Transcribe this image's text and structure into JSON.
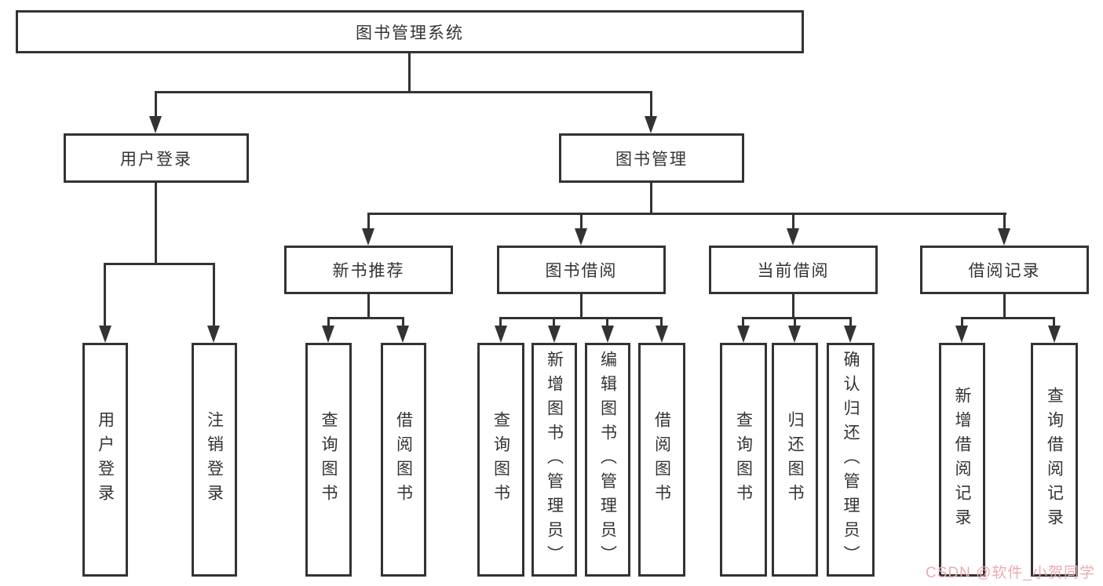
{
  "root": {
    "label": "图书管理系统"
  },
  "branches": {
    "user_login": {
      "label": "用户登录",
      "children": [
        {
          "label": "用户登录"
        },
        {
          "label": "注销登录"
        }
      ]
    },
    "book_mgmt": {
      "label": "图书管理",
      "modules": [
        {
          "label": "新书推荐",
          "children": [
            {
              "label": "查询图书"
            },
            {
              "label": "借阅图书"
            }
          ]
        },
        {
          "label": "图书借阅",
          "children": [
            {
              "label": "查询图书"
            },
            {
              "label": "新增图书（管理员）"
            },
            {
              "label": "编辑图书（管理员）"
            },
            {
              "label": "借阅图书"
            }
          ]
        },
        {
          "label": "当前借阅",
          "children": [
            {
              "label": "查询图书"
            },
            {
              "label": "归还图书"
            },
            {
              "label": "确认归还（管理员）"
            }
          ]
        },
        {
          "label": "借阅记录",
          "children": [
            {
              "label": "新增借阅记录"
            },
            {
              "label": "查询借阅记录"
            }
          ]
        }
      ]
    }
  },
  "watermark": {
    "text": "CSDN @软件_小贺同学",
    "color": "#edaab1"
  },
  "colors": {
    "line": "#333333",
    "text": "#333333",
    "background": "#ffffff"
  }
}
